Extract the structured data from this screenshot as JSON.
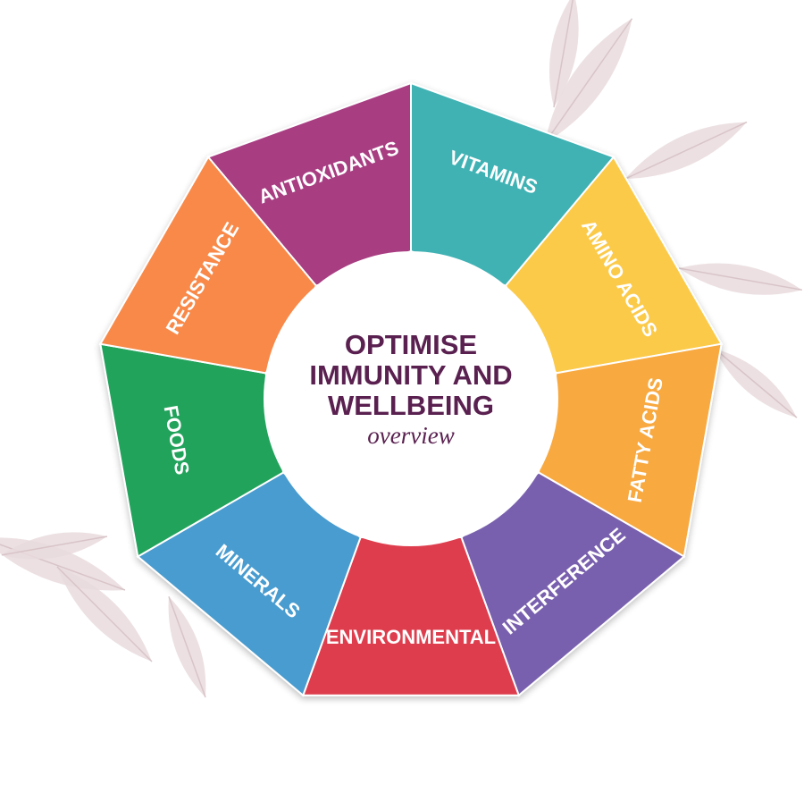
{
  "center": {
    "title_lines": [
      "OPTIMISE",
      "IMMUNITY AND",
      "WELLBEING"
    ],
    "subtitle": "overview",
    "color": "#5a2150"
  },
  "segments": [
    {
      "label": "VITAMINS",
      "color": "#41b2b4"
    },
    {
      "label": "AMINO ACIDS",
      "color": "#fcca4a"
    },
    {
      "label": "FATTY ACIDS",
      "color": "#f8a93f"
    },
    {
      "label": "INTERFERENCE",
      "color": "#7961ae"
    },
    {
      "label": "ENVIRONMENTAL",
      "color": "#de3d4d"
    },
    {
      "label": "MINERALS",
      "color": "#4a9ccf"
    },
    {
      "label": "FOODS",
      "color": "#21a35b"
    },
    {
      "label": "RESISTANCE",
      "color": "#f8894a"
    },
    {
      "label": "ANTIOXIDANTS",
      "color": "#a83c82"
    }
  ],
  "decoration": {
    "leaf_color": "#e9dbdd",
    "leaf_vein_color": "#d8c4c8"
  }
}
